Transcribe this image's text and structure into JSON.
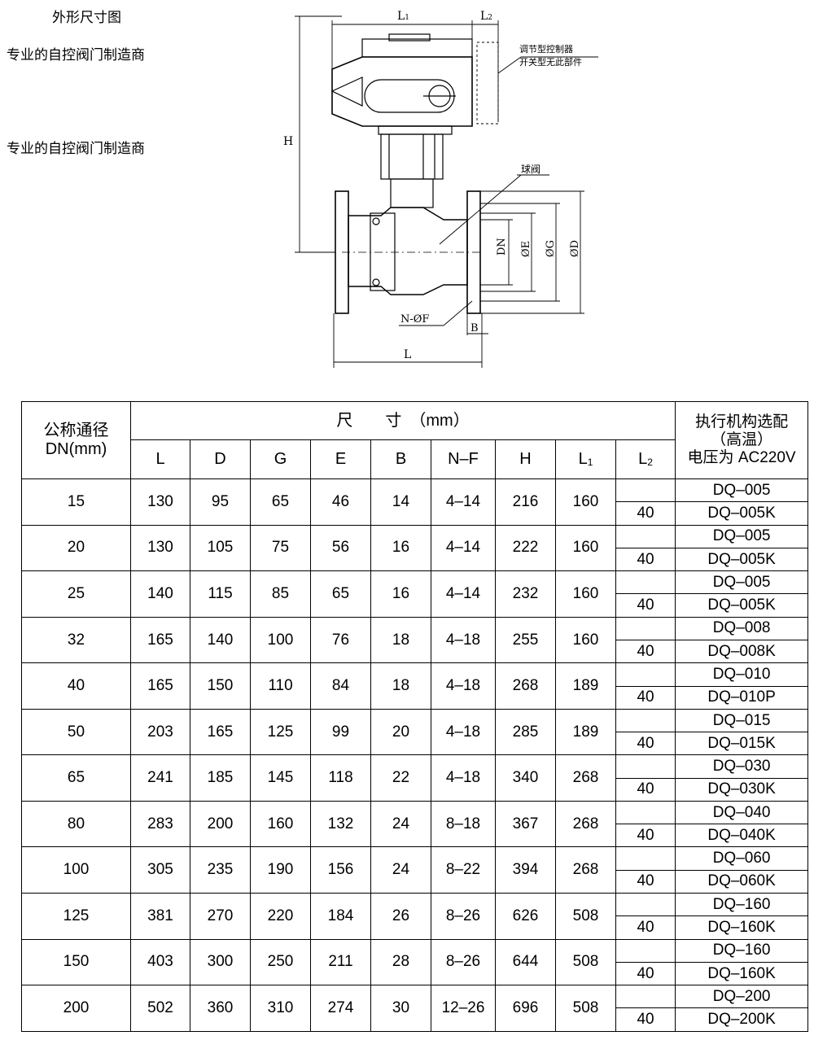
{
  "page": {
    "title": "外形尺寸图",
    "slogan_top": "专业的自控阀门制造商",
    "slogan_bottom": "专业的自控阀门制造商"
  },
  "drawing": {
    "dim_L1": "L",
    "dim_L1_sub": "1",
    "dim_L2": "L",
    "dim_L2_sub": "2",
    "note_line1": "调节型控制器",
    "note_line2": "开关型无此部件",
    "dim_H": "H",
    "ball_valve_label": "球阀",
    "dim_DN": "DN",
    "dim_E": "ØE",
    "dim_G": "ØG",
    "dim_D": "ØD",
    "dim_NF": "N-ØF",
    "dim_B": "B",
    "dim_L": "L"
  },
  "table": {
    "header": {
      "nominal_line1": "公称通径",
      "nominal_line2": "DN(mm)",
      "size_group": "尺　　寸　（mm）",
      "actuator_line1": "执行机构选配",
      "actuator_line2": "（高温）",
      "actuator_line3": "电压为 AC220V",
      "columns": [
        "L",
        "D",
        "G",
        "E",
        "B",
        "N–F",
        "H"
      ],
      "col_L1": "L",
      "col_L1_sub": "1",
      "col_L2": "L",
      "col_L2_sub": "2"
    },
    "rows": [
      {
        "dn": "15",
        "L": "130",
        "D": "95",
        "G": "65",
        "E": "46",
        "B": "14",
        "NF": "4–14",
        "H": "216",
        "L1": "160",
        "L2": "40",
        "m1": "DQ–005",
        "m2": "DQ–005K"
      },
      {
        "dn": "20",
        "L": "130",
        "D": "105",
        "G": "75",
        "E": "56",
        "B": "16",
        "NF": "4–14",
        "H": "222",
        "L1": "160",
        "L2": "40",
        "m1": "DQ–005",
        "m2": "DQ–005K"
      },
      {
        "dn": "25",
        "L": "140",
        "D": "115",
        "G": "85",
        "E": "65",
        "B": "16",
        "NF": "4–14",
        "H": "232",
        "L1": "160",
        "L2": "40",
        "m1": "DQ–005",
        "m2": "DQ–005K"
      },
      {
        "dn": "32",
        "L": "165",
        "D": "140",
        "G": "100",
        "E": "76",
        "B": "18",
        "NF": "4–18",
        "H": "255",
        "L1": "160",
        "L2": "40",
        "m1": "DQ–008",
        "m2": "DQ–008K"
      },
      {
        "dn": "40",
        "L": "165",
        "D": "150",
        "G": "110",
        "E": "84",
        "B": "18",
        "NF": "4–18",
        "H": "268",
        "L1": "189",
        "L2": "40",
        "m1": "DQ–010",
        "m2": "DQ–010P"
      },
      {
        "dn": "50",
        "L": "203",
        "D": "165",
        "G": "125",
        "E": "99",
        "B": "20",
        "NF": "4–18",
        "H": "285",
        "L1": "189",
        "L2": "40",
        "m1": "DQ–015",
        "m2": "DQ–015K"
      },
      {
        "dn": "65",
        "L": "241",
        "D": "185",
        "G": "145",
        "E": "118",
        "B": "22",
        "NF": "4–18",
        "H": "340",
        "L1": "268",
        "L2": "40",
        "m1": "DQ–030",
        "m2": "DQ–030K"
      },
      {
        "dn": "80",
        "L": "283",
        "D": "200",
        "G": "160",
        "E": "132",
        "B": "24",
        "NF": "8–18",
        "H": "367",
        "L1": "268",
        "L2": "40",
        "m1": "DQ–040",
        "m2": "DQ–040K"
      },
      {
        "dn": "100",
        "L": "305",
        "D": "235",
        "G": "190",
        "E": "156",
        "B": "24",
        "NF": "8–22",
        "H": "394",
        "L1": "268",
        "L2": "40",
        "m1": "DQ–060",
        "m2": "DQ–060K"
      },
      {
        "dn": "125",
        "L": "381",
        "D": "270",
        "G": "220",
        "E": "184",
        "B": "26",
        "NF": "8–26",
        "H": "626",
        "L1": "508",
        "L2": "40",
        "m1": "DQ–160",
        "m2": "DQ–160K"
      },
      {
        "dn": "150",
        "L": "403",
        "D": "300",
        "G": "250",
        "E": "211",
        "B": "28",
        "NF": "8–26",
        "H": "644",
        "L1": "508",
        "L2": "40",
        "m1": "DQ–160",
        "m2": "DQ–160K"
      },
      {
        "dn": "200",
        "L": "502",
        "D": "360",
        "G": "310",
        "E": "274",
        "B": "30",
        "NF": "12–26",
        "H": "696",
        "L1": "508",
        "L2": "40",
        "m1": "DQ–200",
        "m2": "DQ–200K"
      }
    ]
  }
}
